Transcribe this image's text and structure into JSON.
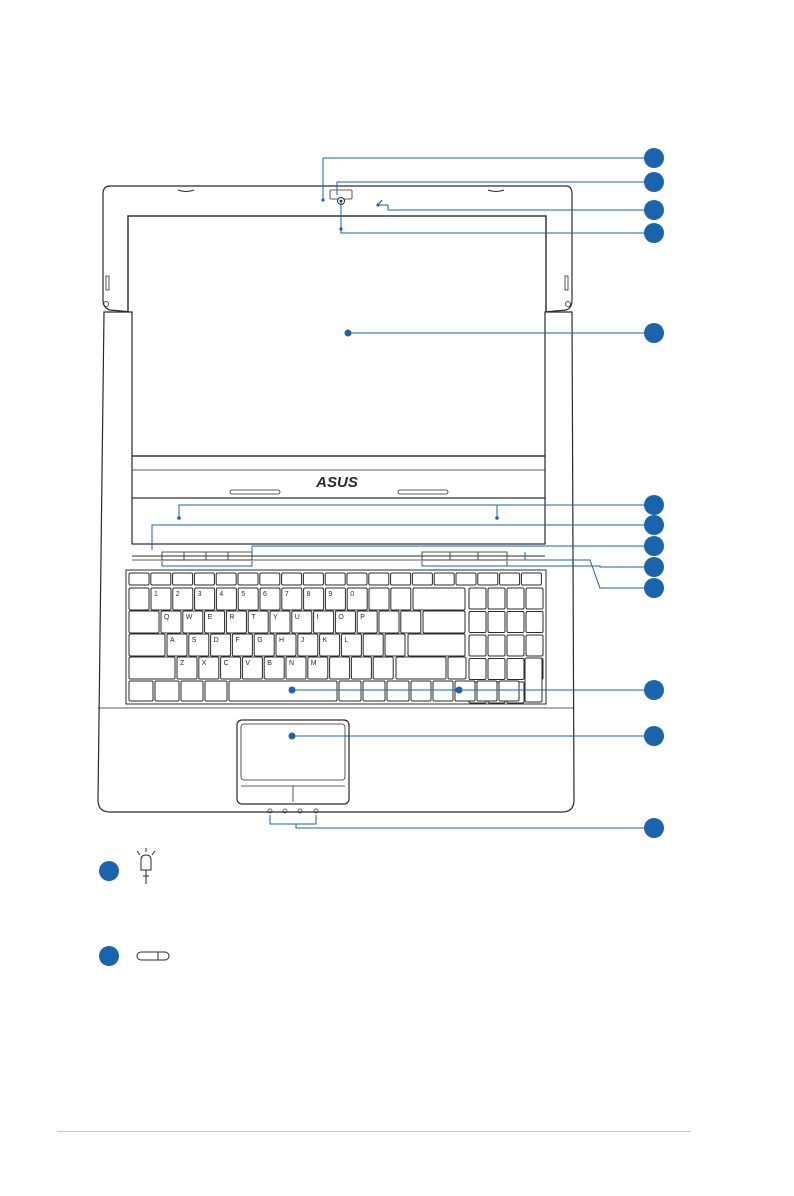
{
  "figure": {
    "brand_logo_text": "ASUS",
    "keyboard_rows": [
      [
        "Q",
        "W",
        "E",
        "R",
        "T",
        "Y",
        "U",
        "I",
        "O",
        "P"
      ],
      [
        "A",
        "S",
        "D",
        "F",
        "G",
        "H",
        "J",
        "K",
        "L"
      ],
      [
        "Z",
        "X",
        "C",
        "V",
        "B",
        "N",
        "M"
      ]
    ],
    "number_row": [
      "1",
      "2",
      "3",
      "4",
      "5",
      "6",
      "7",
      "8",
      "9",
      "0"
    ]
  },
  "callouts": {
    "count": 13
  },
  "legend": {
    "items": [
      {
        "icon": "lightbulb-icon"
      },
      {
        "icon": "slider-icon"
      }
    ]
  },
  "colors": {
    "accent_blue": "#1a63ad",
    "line": "#2a2a2a",
    "rule": "#c8c8c8"
  }
}
